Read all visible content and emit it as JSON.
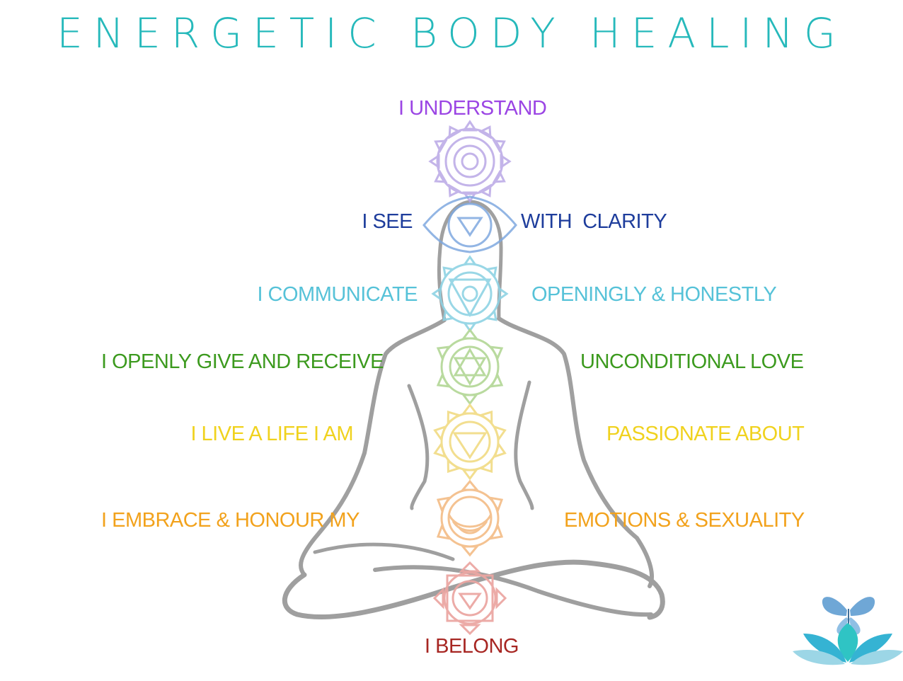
{
  "title": "ENERGETIC BODY HEALING",
  "colors": {
    "title": "#26b9bb",
    "crown": "#9b45e4",
    "third_eye": "#1e3d9c",
    "throat": "#56c2d8",
    "heart": "#3c9a1e",
    "solar_plexus": "#f0d21e",
    "sacral": "#f2a21c",
    "root": "#a72622",
    "body_outline": "#8f8f8f"
  },
  "chakras": [
    {
      "name": "crown",
      "icon": "crown-chakra-icon",
      "left": "I UNDERSTAND",
      "right": ""
    },
    {
      "name": "third-eye",
      "icon": "third-eye-chakra-icon",
      "left": "I SEE",
      "right": "WITH  CLARITY"
    },
    {
      "name": "throat",
      "icon": "throat-chakra-icon",
      "left": "I COMMUNICATE",
      "right": "OPENINGLY & HONESTLY"
    },
    {
      "name": "heart",
      "icon": "heart-chakra-icon",
      "left": "I OPENLY GIVE AND RECEIVE",
      "right": "UNCONDITIONAL LOVE"
    },
    {
      "name": "solar-plexus",
      "icon": "solar-plexus-chakra-icon",
      "left": "I LIVE A LIFE I AM",
      "right": "PASSIONATE ABOUT"
    },
    {
      "name": "sacral",
      "icon": "sacral-chakra-icon",
      "left": "I EMBRACE & HONOUR MY",
      "right": "EMOTIONS & SEXUALITY"
    },
    {
      "name": "root",
      "icon": "root-chakra-icon",
      "left": "I BELONG",
      "right": ""
    }
  ],
  "logo": {
    "icon": "butterfly-lotus-logo-icon"
  }
}
